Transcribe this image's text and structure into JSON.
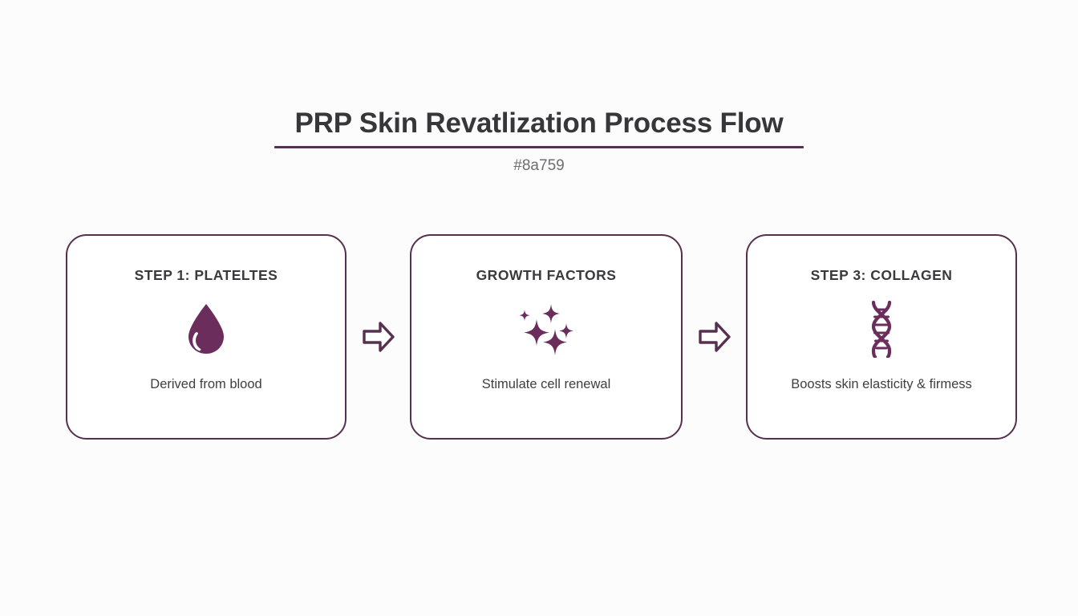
{
  "header": {
    "title": "PRP Skin Revatlization Process Flow",
    "subtitle": "#8a759"
  },
  "theme": {
    "accent": "#56304e",
    "icon_color": "#6b2d5c",
    "title_color": "#37373a",
    "body_text_color": "#3f3f43",
    "background": "#fcfcfd",
    "card_background": "#ffffff"
  },
  "flow": {
    "steps": [
      {
        "title": "STEP 1: PLATELTES",
        "icon": "blood-drop-icon",
        "description": "Derived from blood"
      },
      {
        "title": "GROWTH FACTORS",
        "icon": "sparkles-icon",
        "description": "Stimulate cell renewal"
      },
      {
        "title": "STEP 3: COLLAGEN",
        "icon": "dna-helix-icon",
        "description": "Boosts skin elasticity & firmess"
      }
    ],
    "connectors": [
      {
        "icon": "arrow-right-icon"
      },
      {
        "icon": "arrow-right-icon"
      }
    ]
  }
}
